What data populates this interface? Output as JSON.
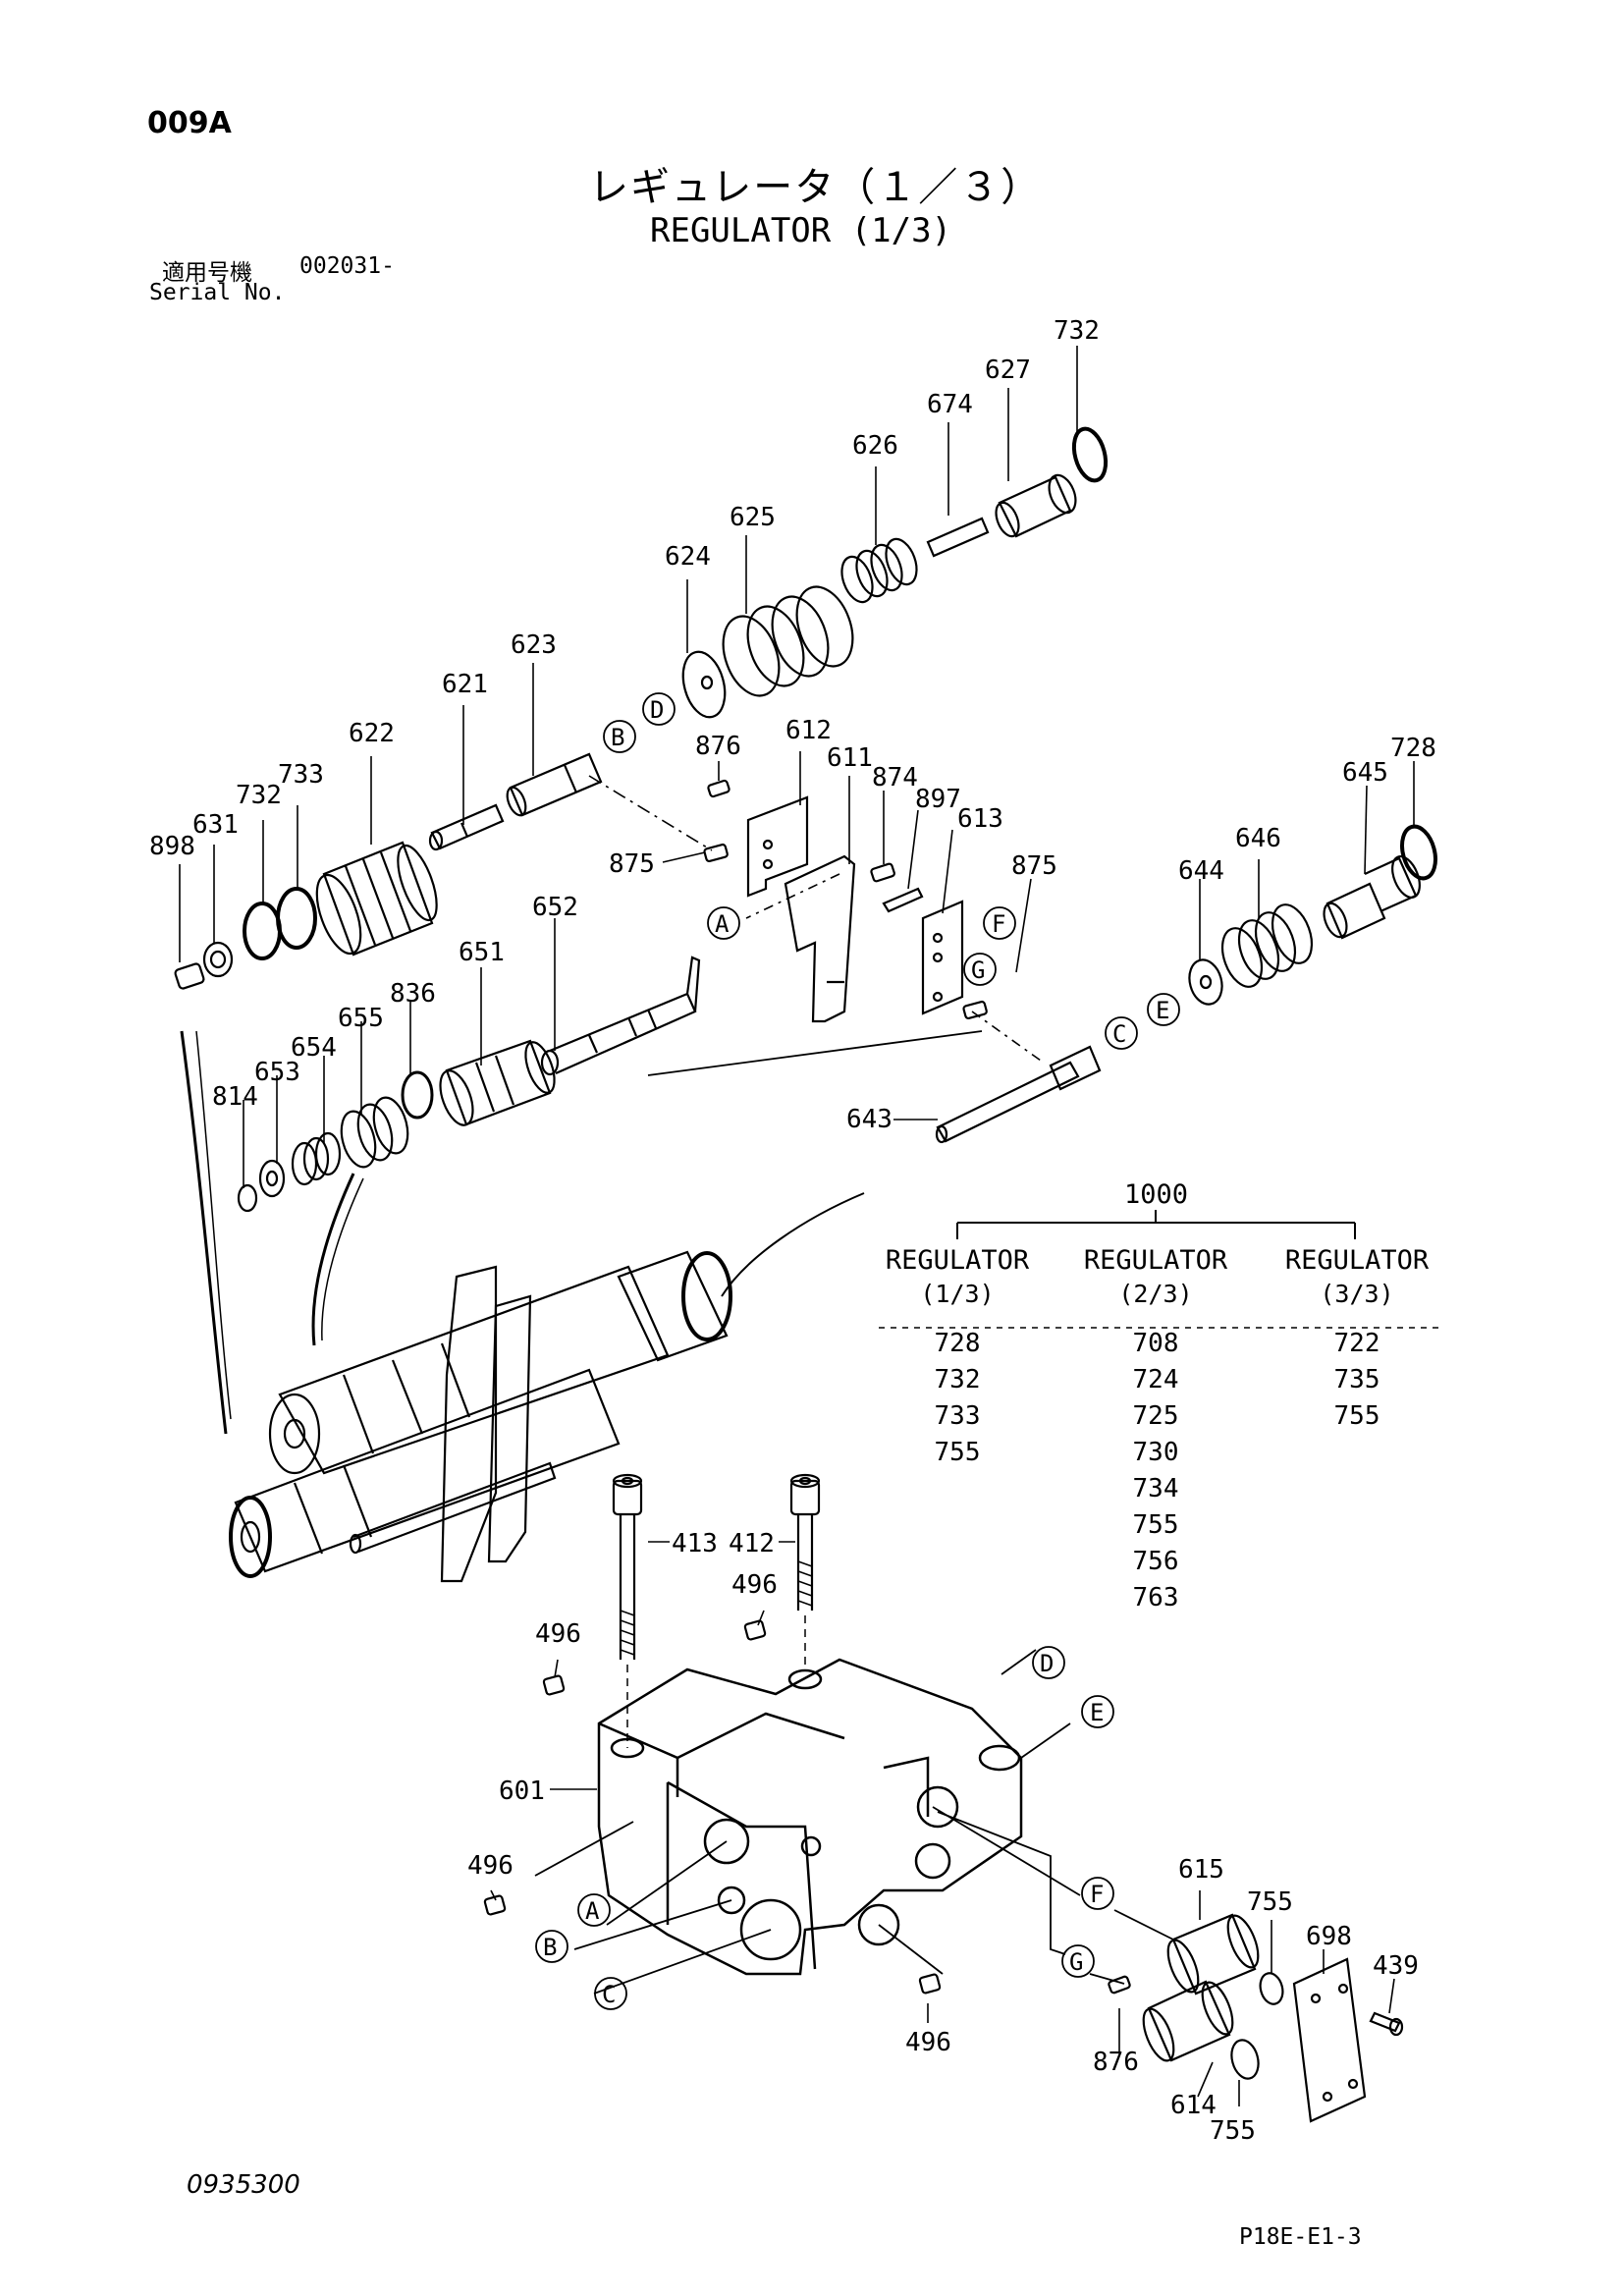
{
  "header": {
    "page_code": "009A",
    "title_jp": "レギュレータ（１／３）",
    "title_en": "REGULATOR (1/3)",
    "serial_label_jp": "適用号機",
    "serial_value": "002031-",
    "serial_label_en": "Serial No."
  },
  "footer": {
    "drawing_no": "0935300",
    "page_ref": "P18E-E1-3"
  },
  "callouts": [
    "898",
    "631",
    "732",
    "733",
    "622",
    "621",
    "623",
    "624",
    "625",
    "626",
    "674",
    "627",
    "732",
    "876",
    "612",
    "611",
    "874",
    "897",
    "613",
    "875",
    "875",
    "645",
    "728",
    "646",
    "644",
    "652",
    "651",
    "836",
    "655",
    "654",
    "653",
    "814",
    "643",
    "413",
    "412",
    "496",
    "496",
    "601",
    "496",
    "496",
    "615",
    "755",
    "698",
    "439",
    "876",
    "614",
    "755"
  ],
  "letters": [
    "A",
    "B",
    "C",
    "D",
    "E",
    "F",
    "G"
  ],
  "kit_table": {
    "kit_no": "1000",
    "columns": [
      {
        "name": "REGULATOR",
        "sub": "(1/3)",
        "parts": [
          "728",
          "732",
          "733",
          "755"
        ]
      },
      {
        "name": "REGULATOR",
        "sub": "(2/3)",
        "parts": [
          "708",
          "724",
          "725",
          "730",
          "734",
          "755",
          "756",
          "763"
        ]
      },
      {
        "name": "REGULATOR",
        "sub": "(3/3)",
        "parts": [
          "722",
          "735",
          "755"
        ]
      }
    ]
  }
}
